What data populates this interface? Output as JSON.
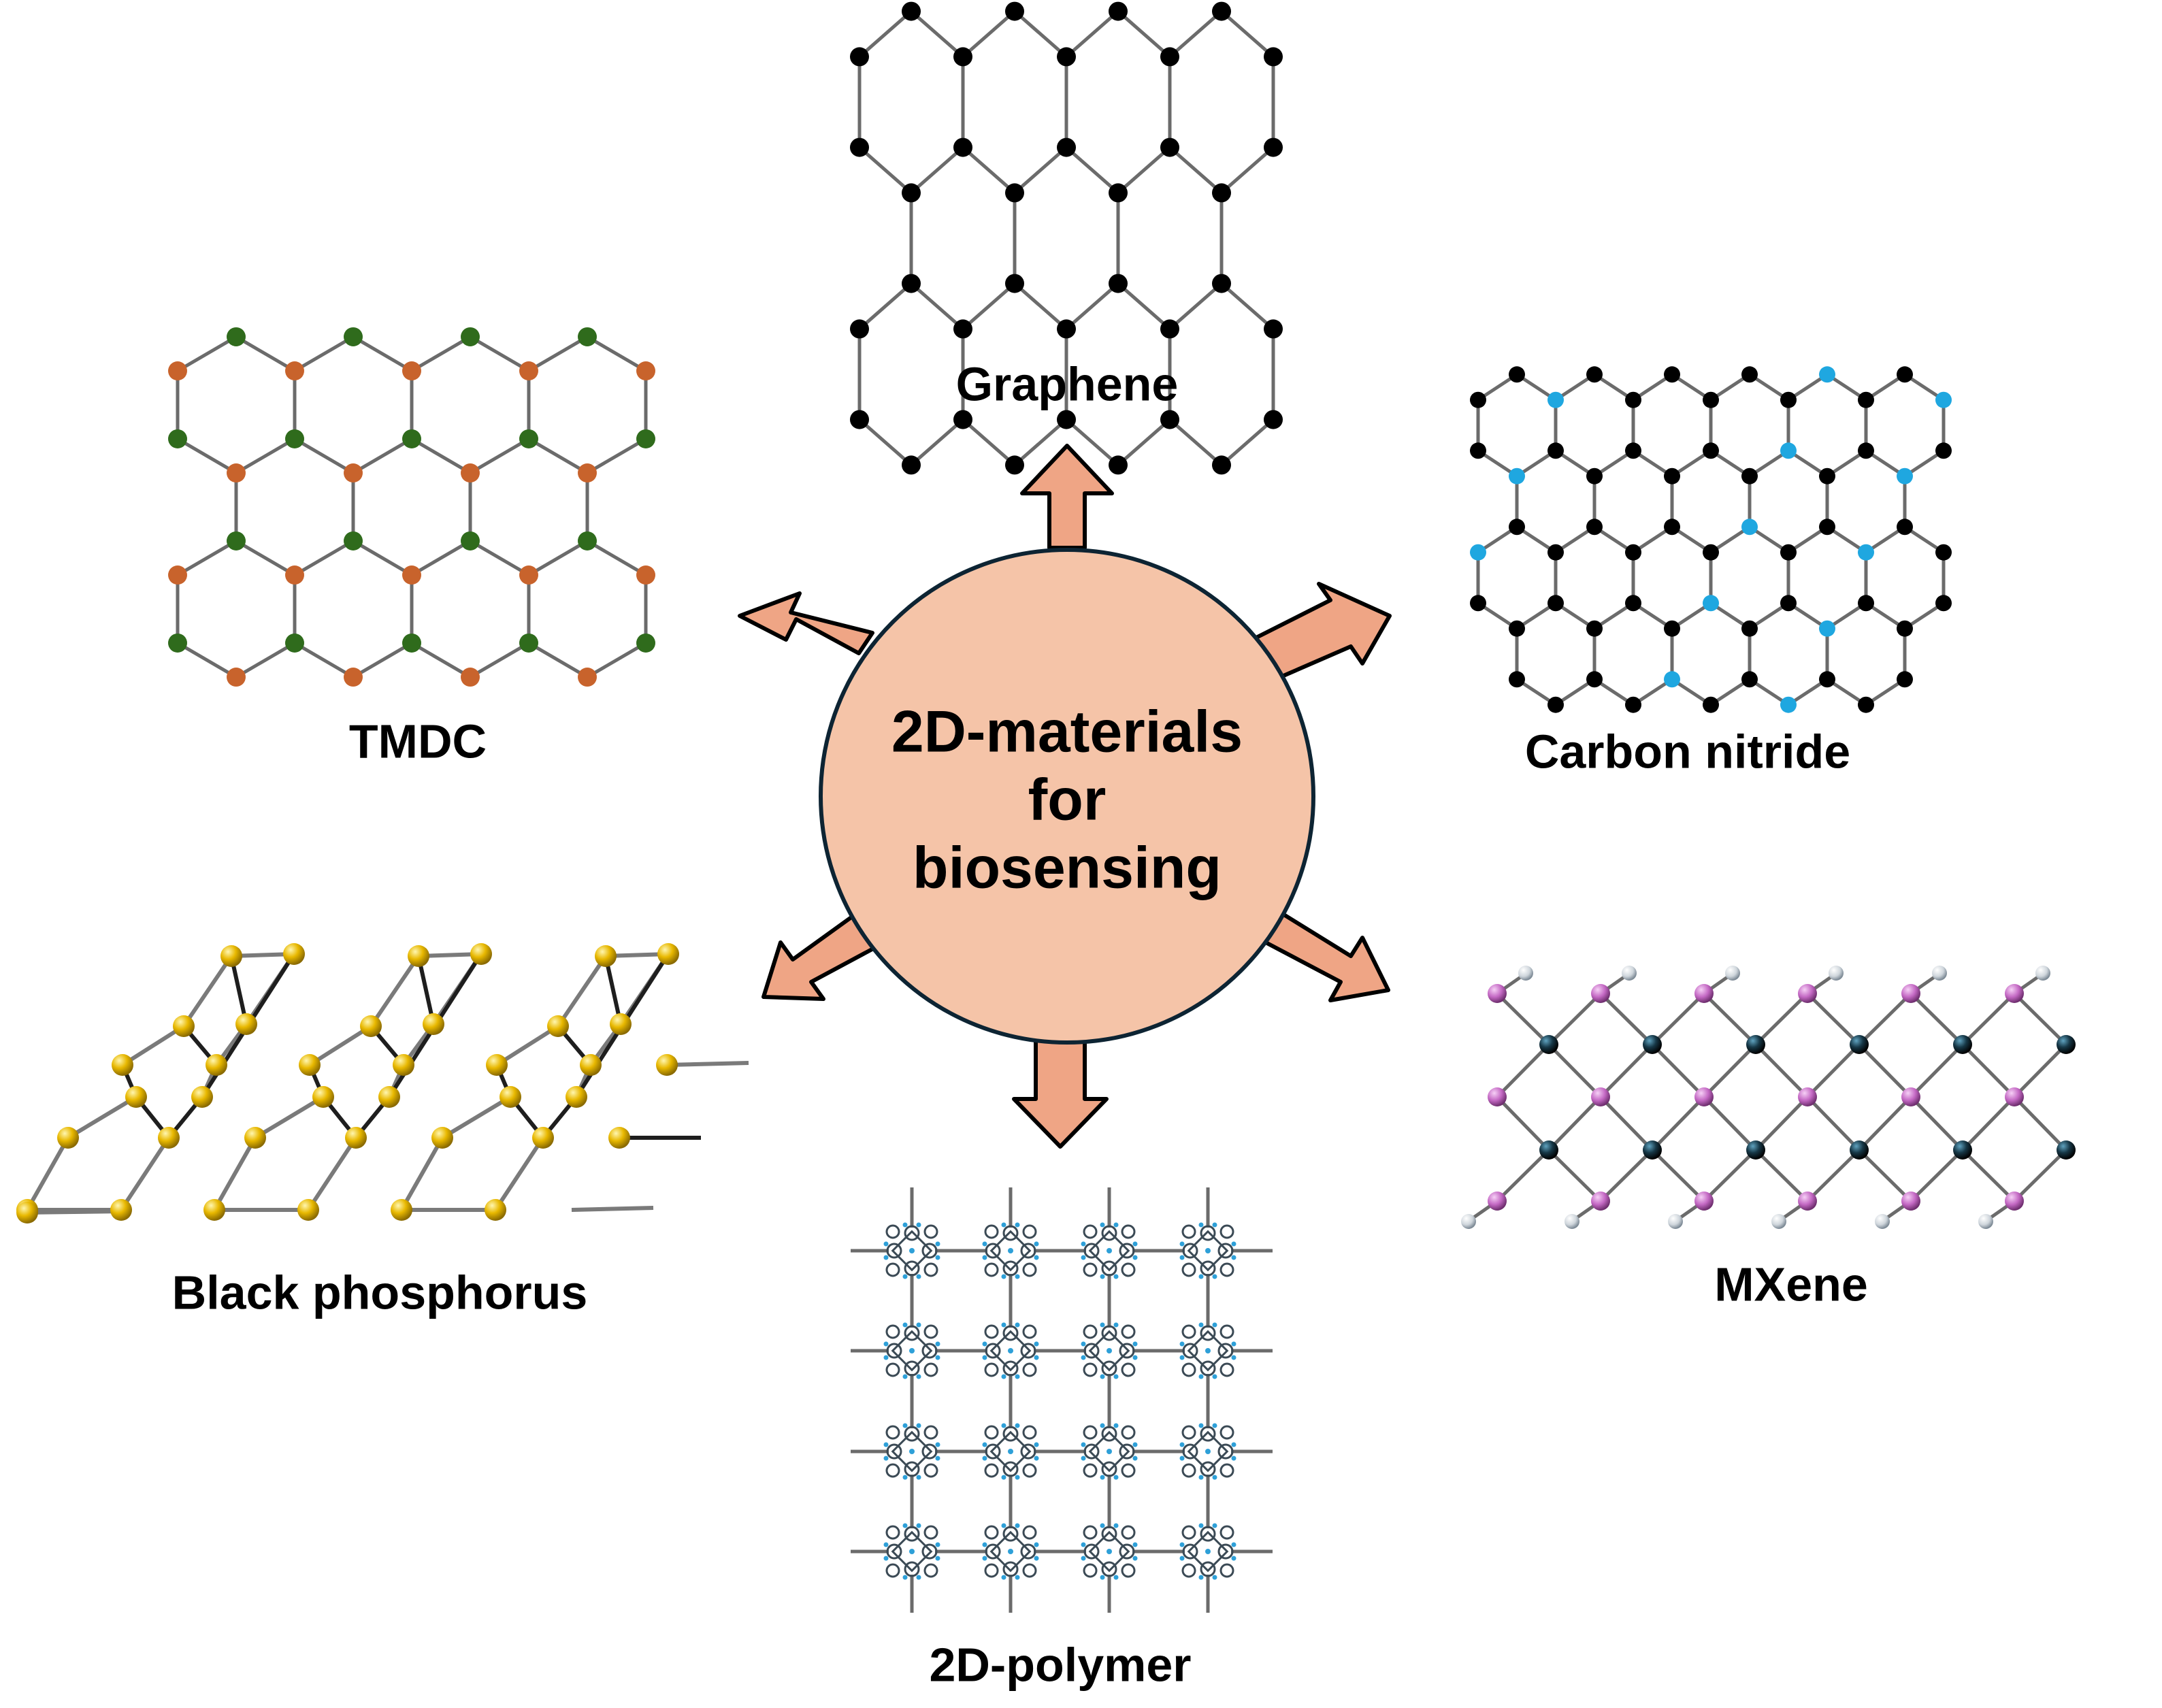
{
  "center": {
    "lines": [
      "2D-materials",
      "for",
      "biosensing"
    ],
    "fill": "#f5c4a8",
    "arrow_fill": "#efa585"
  },
  "materials": {
    "graphene": {
      "label": "Graphene",
      "atom_colors": [
        "#000000"
      ]
    },
    "tmdc": {
      "label": "TMDC",
      "atom_colors": [
        "#c8632c",
        "#2f6b1c"
      ]
    },
    "carbon_nitride": {
      "label": "Carbon nitride",
      "atom_colors": [
        "#000000",
        "#1fa7e0"
      ]
    },
    "black_phosphorus": {
      "label": "Black phosphorus",
      "atom_colors": [
        "#e6b800"
      ]
    },
    "mxene": {
      "label": "MXene",
      "atom_colors": [
        "#c86cc8",
        "#1f3f4f",
        "#d8dde2"
      ]
    },
    "polymer_2d": {
      "label": "2D-polymer",
      "atom_colors": [
        "#3b4a55",
        "#2ea0d8"
      ]
    }
  }
}
